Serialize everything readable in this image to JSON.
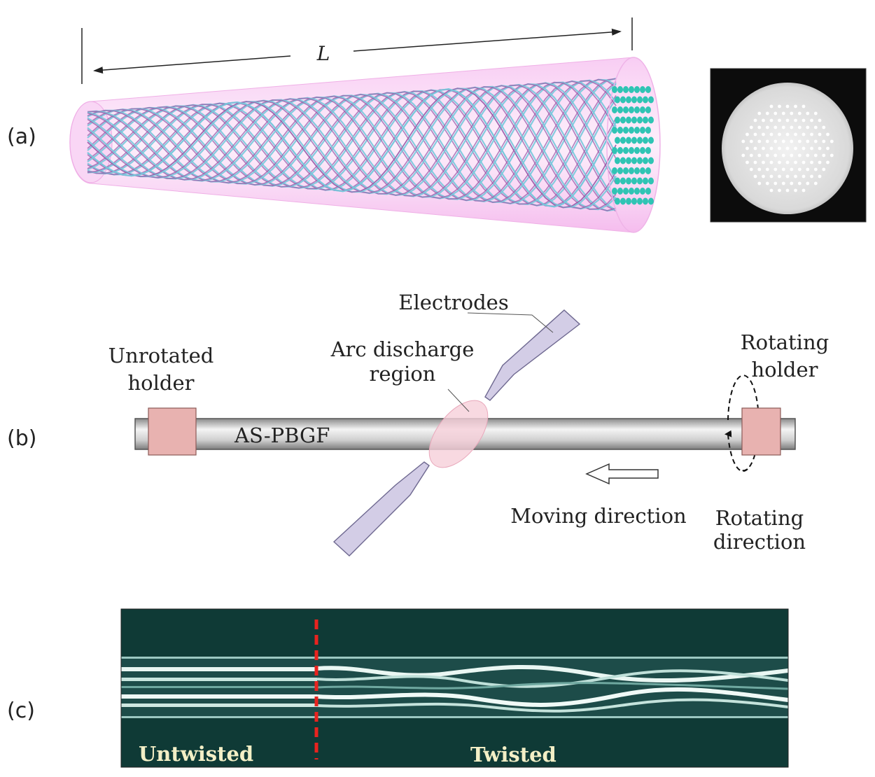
{
  "panels": {
    "a": {
      "label": "(a)",
      "length_symbol": "L",
      "colors": {
        "cladding": "#f3b4ec",
        "strand_front": "#78c8dc",
        "strand_back": "#9b5ba8",
        "end_face": "#2fc4b4"
      }
    },
    "b": {
      "label": "(b)",
      "electrodes": "Electrodes",
      "arc_line1": "Arc discharge",
      "arc_line2": "region",
      "unrotated_line1": "Unrotated",
      "unrotated_line2": "holder",
      "fiber": "AS-PBGF",
      "rotating_holder_line1": "Rotating",
      "rotating_holder_line2": "holder",
      "moving": "Moving direction",
      "rotating_dir_line1": "Rotating",
      "rotating_dir_line2": "direction",
      "colors": {
        "holder": "#e8b2b0",
        "electrode": "#d3cde6",
        "arc": "#f6cfd9",
        "fiber": "#dcdcdc"
      }
    },
    "c": {
      "label": "(c)",
      "left": "Untwisted",
      "right": "Twisted",
      "colors": {
        "background": "#0f3a36",
        "boundary": "#e8231f"
      }
    }
  }
}
